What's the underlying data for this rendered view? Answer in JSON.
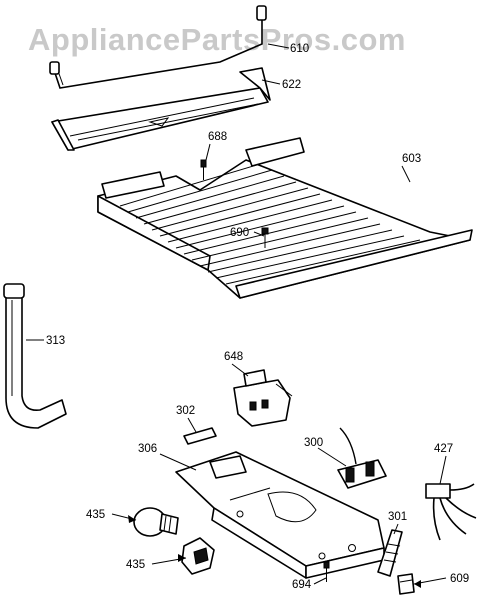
{
  "watermark": "AppliancePartsPros.com",
  "parts": [
    {
      "id": "p610",
      "number": "610"
    },
    {
      "id": "p622",
      "number": "622"
    },
    {
      "id": "p688",
      "number": "688"
    },
    {
      "id": "p603",
      "number": "603"
    },
    {
      "id": "p690",
      "number": "690"
    },
    {
      "id": "p313",
      "number": "313"
    },
    {
      "id": "p648",
      "number": "648"
    },
    {
      "id": "p302",
      "number": "302"
    },
    {
      "id": "p306",
      "number": "306"
    },
    {
      "id": "p300",
      "number": "300"
    },
    {
      "id": "p427",
      "number": "427"
    },
    {
      "id": "p435a",
      "number": "435"
    },
    {
      "id": "p301",
      "number": "301"
    },
    {
      "id": "p435b",
      "number": "435"
    },
    {
      "id": "p694",
      "number": "694"
    },
    {
      "id": "p609",
      "number": "609"
    }
  ]
}
